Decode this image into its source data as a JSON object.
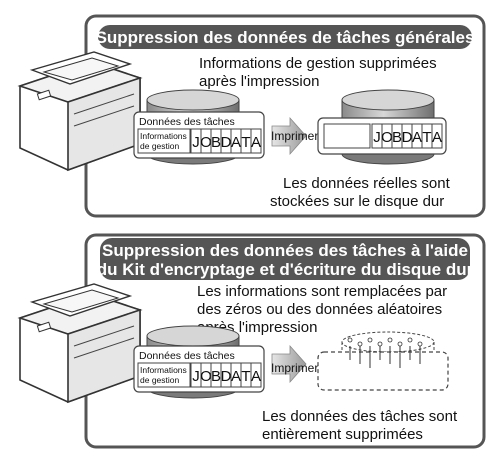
{
  "sections": [
    {
      "title": "Suppression des données de tâches générales",
      "note_top": [
        "Informations de gestion supprimées",
        "après l'impression"
      ],
      "job_title": "Données des tâches",
      "mgmt_label": [
        "Informations",
        "de gestion"
      ],
      "job_letters": [
        "J",
        "O",
        "B",
        "D",
        "A",
        "T",
        "A"
      ],
      "arrow_label": "Imprimer",
      "note_bottom": [
        "Les données réelles sont",
        "stockées sur le disque dur"
      ]
    },
    {
      "title": [
        "Suppression des données des tâches à l'aide",
        "du Kit d'encryptage et d'écriture du disque dur"
      ],
      "note_top": [
        "Les informations sont remplacées par",
        "des zéros ou des données aléatoires",
        "après l'impression"
      ],
      "job_title": "Données des tâches",
      "mgmt_label": [
        "Informations",
        "de gestion"
      ],
      "job_letters": [
        "J",
        "O",
        "B",
        "D",
        "A",
        "T",
        "A"
      ],
      "arrow_label": "Imprimer",
      "note_bottom": [
        "Les données des tâches sont",
        "entièrement supprimées"
      ]
    }
  ]
}
